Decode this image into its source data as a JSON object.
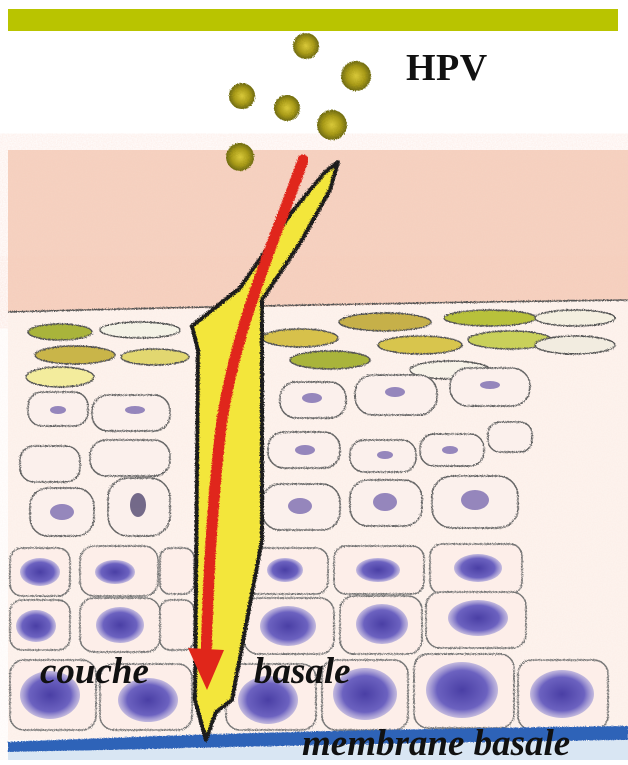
{
  "labels": {
    "virus": "HPV",
    "layer_word1": "couche",
    "layer_word2": "basale",
    "membrane": "membrane basale"
  },
  "colors": {
    "top_bar": "#b9c400",
    "arrow": "#e0261a",
    "wound": "#f0e22a",
    "virus_particles": "#a89a18",
    "skin_surface": "#f3c6b0",
    "cell_nucleus": "#5a4fb0",
    "basement_membrane": "#1d4fa8"
  }
}
